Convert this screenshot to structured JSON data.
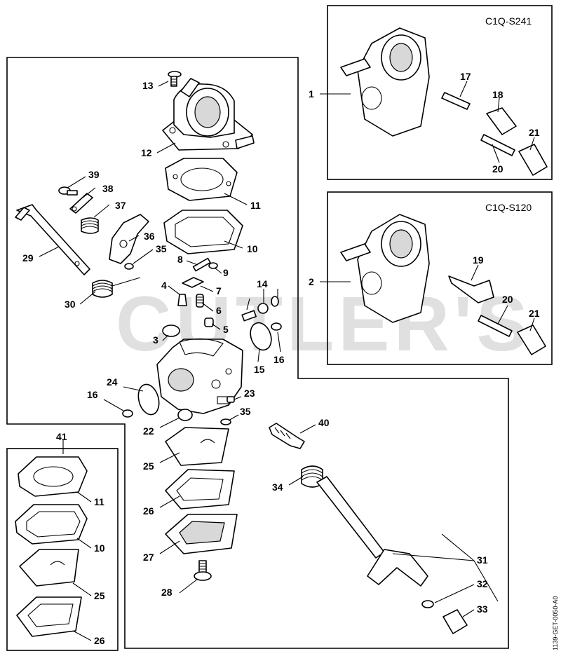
{
  "watermark": "CUTLER'S",
  "document_code": "1139-GET-0050-A0",
  "insets": {
    "top_right_model": "C1Q-S241",
    "middle_right_model": "C1Q-S120",
    "kit_label": "41"
  },
  "callouts": [
    {
      "id": "c13",
      "label": "13"
    },
    {
      "id": "c12",
      "label": "12"
    },
    {
      "id": "c11",
      "label": "11"
    },
    {
      "id": "c10",
      "label": "10"
    },
    {
      "id": "c39",
      "label": "39"
    },
    {
      "id": "c38",
      "label": "38"
    },
    {
      "id": "c37",
      "label": "37"
    },
    {
      "id": "c36",
      "label": "36"
    },
    {
      "id": "c35a",
      "label": "35"
    },
    {
      "id": "c29",
      "label": "29"
    },
    {
      "id": "c30",
      "label": "30"
    },
    {
      "id": "c8",
      "label": "8"
    },
    {
      "id": "c9",
      "label": "9"
    },
    {
      "id": "c4",
      "label": "4"
    },
    {
      "id": "c7",
      "label": "7"
    },
    {
      "id": "c6",
      "label": "6"
    },
    {
      "id": "c5",
      "label": "5"
    },
    {
      "id": "c3",
      "label": "3"
    },
    {
      "id": "c14",
      "label": "14"
    },
    {
      "id": "c15",
      "label": "15"
    },
    {
      "id": "c16a",
      "label": "16"
    },
    {
      "id": "c24",
      "label": "24"
    },
    {
      "id": "c16b",
      "label": "16"
    },
    {
      "id": "c23",
      "label": "23"
    },
    {
      "id": "c35b",
      "label": "35"
    },
    {
      "id": "c22",
      "label": "22"
    },
    {
      "id": "c25",
      "label": "25"
    },
    {
      "id": "c26",
      "label": "26"
    },
    {
      "id": "c27",
      "label": "27"
    },
    {
      "id": "c28",
      "label": "28"
    },
    {
      "id": "c40",
      "label": "40"
    },
    {
      "id": "c34",
      "label": "34"
    },
    {
      "id": "c31",
      "label": "31"
    },
    {
      "id": "c32",
      "label": "32"
    },
    {
      "id": "c33",
      "label": "33"
    },
    {
      "id": "c1",
      "label": "1"
    },
    {
      "id": "c17",
      "label": "17"
    },
    {
      "id": "c18",
      "label": "18"
    },
    {
      "id": "c20a",
      "label": "20"
    },
    {
      "id": "c21a",
      "label": "21"
    },
    {
      "id": "c2",
      "label": "2"
    },
    {
      "id": "c19",
      "label": "19"
    },
    {
      "id": "c20b",
      "label": "20"
    },
    {
      "id": "c21b",
      "label": "21"
    },
    {
      "id": "c11k",
      "label": "11"
    },
    {
      "id": "c10k",
      "label": "10"
    },
    {
      "id": "c25k",
      "label": "25"
    },
    {
      "id": "c26k",
      "label": "26"
    }
  ]
}
